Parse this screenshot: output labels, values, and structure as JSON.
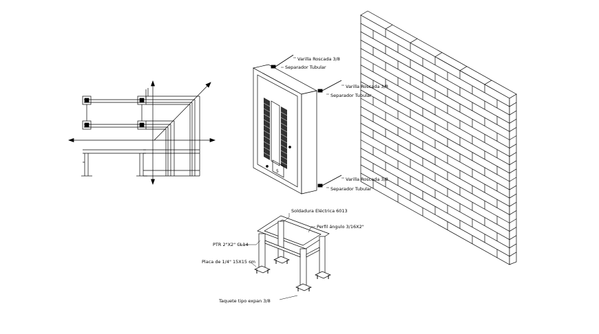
{
  "colors": {
    "background": "#ffffff",
    "line": "#000000",
    "panel_dark": "#333333"
  },
  "labels": {
    "varilla_roscada_1": "Varilla Roscada 3/8",
    "separador_tubular_1": "Separador Tubular",
    "varilla_roscada_2": "Varilla Roscada 3/8",
    "separador_tubular_2": "Separador Tubular",
    "varilla_roscada_3": "Varilla Roscada 3/8",
    "separador_tubular_3": "Separador Tubular",
    "soldadura": "Soldadura Eléctrica 6013",
    "perfil_angulo": "Perfil ángulo 3/16X2\"",
    "ptr": "PTR 2\"X2\" CL14",
    "placa": "Placa de 1/4\" 15X15 cm",
    "taquete": "Taquete tipo expan 3/8"
  }
}
